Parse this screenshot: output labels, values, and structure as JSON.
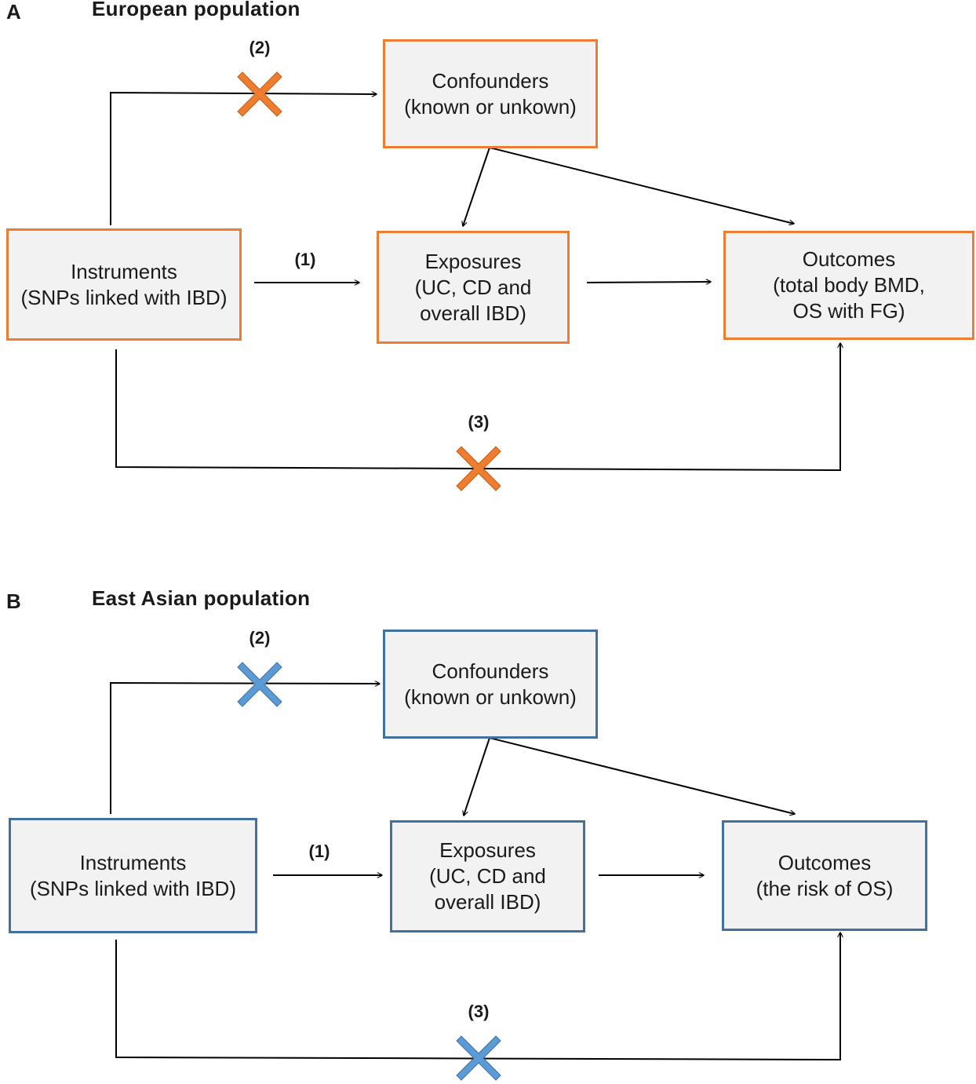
{
  "panels": [
    {
      "letter": "A",
      "title": "European population",
      "accent_color": "#ed7d31",
      "path_labels": {
        "instruments_to_exposures": "(1)",
        "instruments_to_confounders": "(2)",
        "instruments_to_outcomes": "(3)"
      },
      "boxes": {
        "instruments": {
          "title": "Instruments",
          "lines": [
            "(SNPs linked with IBD)"
          ]
        },
        "confounders": {
          "title": "Confounders",
          "lines": [
            "(known or unkown)"
          ]
        },
        "exposures": {
          "title": "Exposures",
          "lines": [
            "(UC, CD and",
            "overall IBD)"
          ]
        },
        "outcomes": {
          "title": "Outcomes",
          "lines": [
            "(total body BMD,",
            "OS with FG)"
          ]
        }
      },
      "blocked_paths_icon": "cross-icon"
    },
    {
      "letter": "B",
      "title": "East Asian population",
      "accent_color": "#5b9bd5",
      "path_labels": {
        "instruments_to_exposures": "(1)",
        "instruments_to_confounders": "(2)",
        "instruments_to_outcomes": "(3)"
      },
      "boxes": {
        "instruments": {
          "title": "Instruments",
          "lines": [
            "(SNPs linked with IBD)"
          ]
        },
        "confounders": {
          "title": "Confounders",
          "lines": [
            "(known or unkown)"
          ]
        },
        "exposures": {
          "title": "Exposures",
          "lines": [
            "(UC, CD and",
            "overall IBD)"
          ]
        },
        "outcomes": {
          "title": "Outcomes",
          "lines": [
            "(the risk of OS)"
          ]
        }
      },
      "blocked_paths_icon": "cross-icon"
    }
  ]
}
